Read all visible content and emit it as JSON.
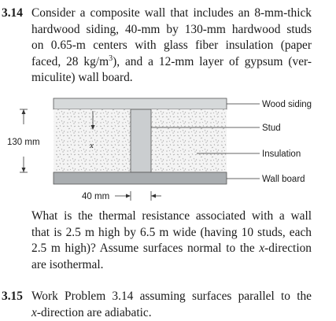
{
  "problem_314": {
    "number": "3.14",
    "lines": [
      "Consider a composite wall that includes an 8-mm-thick",
      "hardwood siding, 40-mm by 130-mm hardwood studs",
      "on 0.65-m centers with glass fiber insulation (paper",
      "faced, 28 kg/m",
      "), and a 12-mm layer of gypsum (ver-",
      "miculite) wall board."
    ],
    "superscript": "3"
  },
  "figure": {
    "labels": {
      "wood_siding": "Wood siding",
      "stud": "Stud",
      "insulation": "Insulation",
      "wall_board": "Wall board",
      "height": "130 mm",
      "width": "40 mm",
      "axis": "x"
    },
    "colors": {
      "siding": "#d6d9da",
      "board": "#a9adb0",
      "stud": "#cbced0",
      "insulation_bg": "#f3f3f3",
      "speckle": "#9a9a9a"
    }
  },
  "followup": {
    "lines": [
      "What is the thermal resistance associated with a wall",
      "that is 2.5 m high by 6.5 m wide (having 10 studs, each",
      "2.5 m high)? Assume surfaces normal to the ",
      "x",
      "-direction",
      "are isothermal."
    ]
  },
  "problem_315": {
    "number": "3.15",
    "lines": [
      "Work Problem 3.14 assuming surfaces parallel to the",
      "x",
      "-direction are adiabatic."
    ]
  }
}
